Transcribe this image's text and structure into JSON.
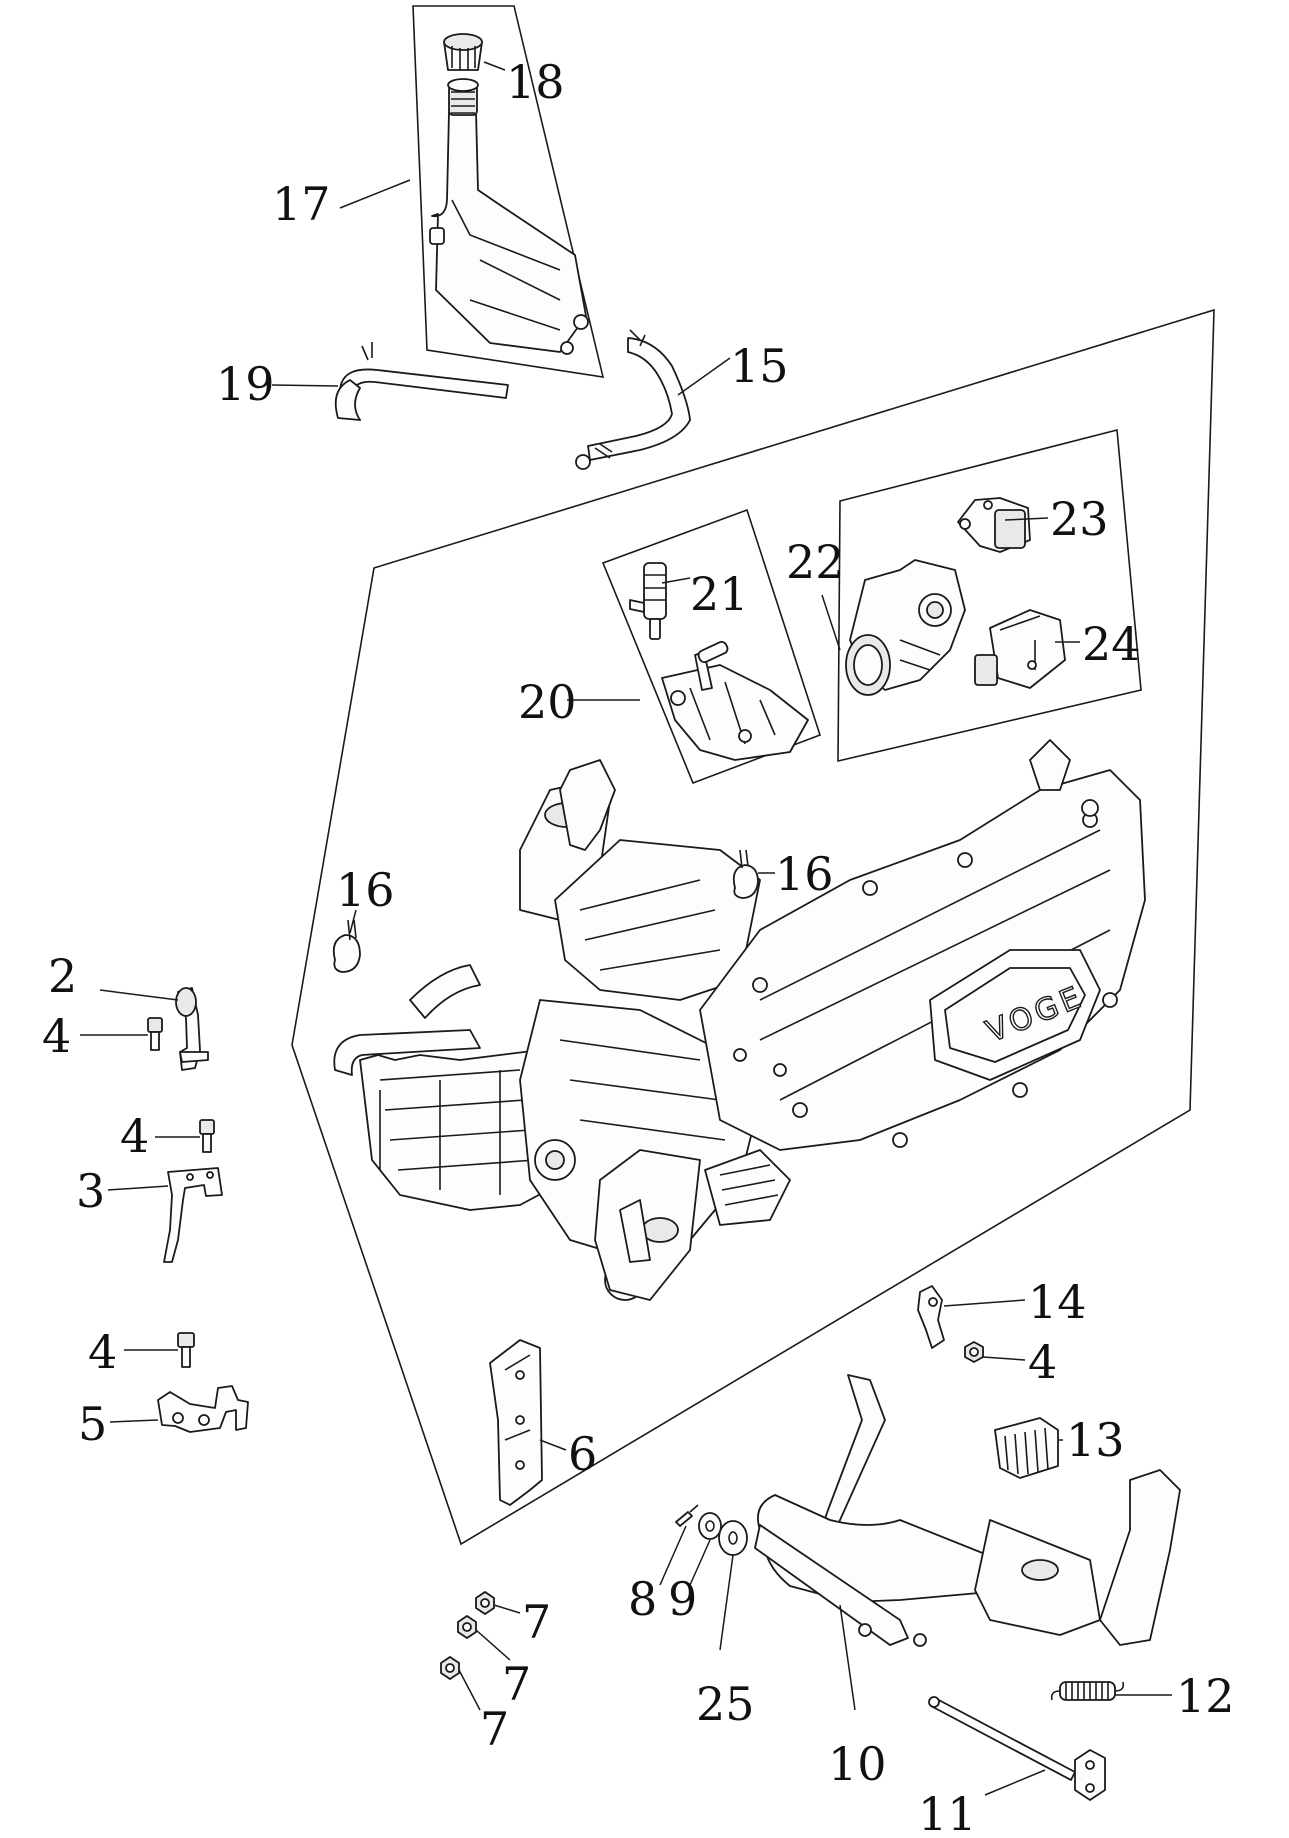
{
  "diagram": {
    "type": "exploded-parts-view",
    "logo_text": "VOGE",
    "callouts": [
      "18",
      "17",
      "19",
      "15",
      "21",
      "22",
      "23",
      "24",
      "20",
      "16",
      "16",
      "2",
      "4",
      "4",
      "3",
      "4",
      "5",
      "14",
      "4",
      "13",
      "6",
      "8",
      "9",
      "25",
      "7",
      "7",
      "7",
      "10",
      "12",
      "11"
    ]
  }
}
